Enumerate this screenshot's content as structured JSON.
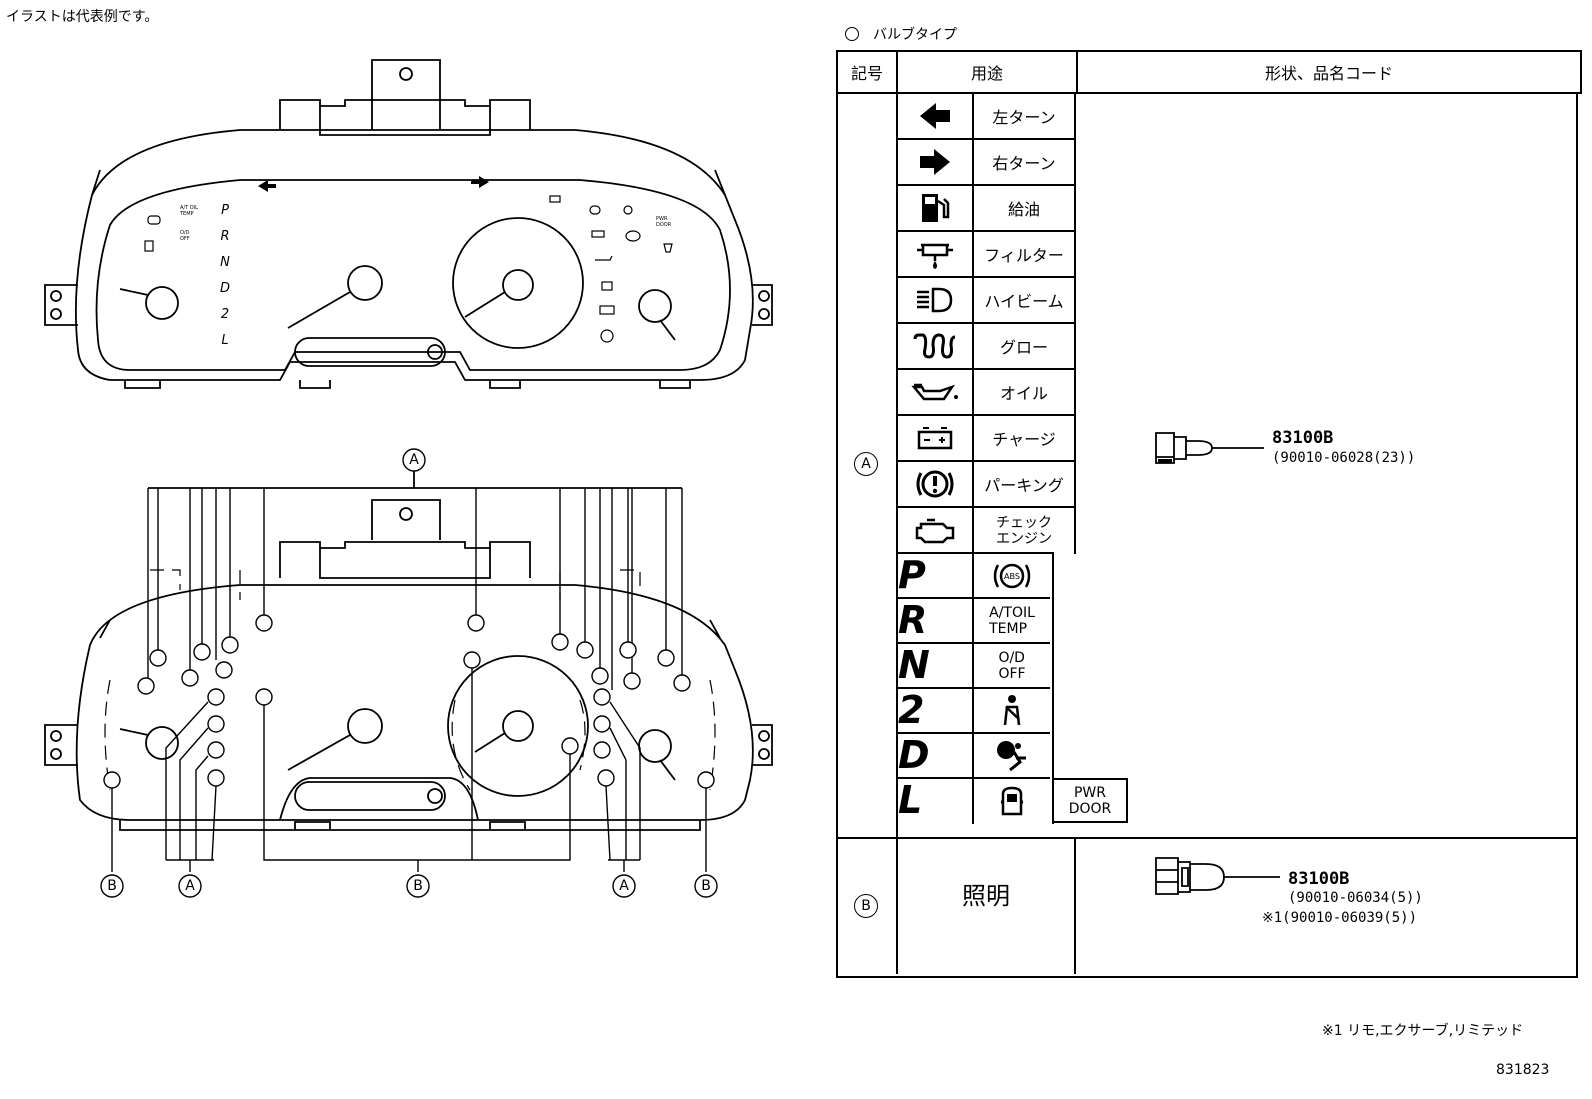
{
  "caption": "イラストは代表例です。",
  "bulb_type_title": "バルブタイプ",
  "table": {
    "headers": {
      "symbol": "記号",
      "usage": "用途",
      "shape_code": "形状、品名コード"
    },
    "row_a": {
      "symbol": "A",
      "items": [
        {
          "icon": "left-arrow-icon",
          "label": "左ターン"
        },
        {
          "icon": "right-arrow-icon",
          "label": "右ターン"
        },
        {
          "icon": "fuel-pump-icon",
          "label": "給油"
        },
        {
          "icon": "filter-icon",
          "label": "フィルター"
        },
        {
          "icon": "high-beam-icon",
          "label": "ハイビーム"
        },
        {
          "icon": "glow-plug-icon",
          "label": "グロー"
        },
        {
          "icon": "oil-can-icon",
          "label": "オイル"
        },
        {
          "icon": "battery-icon",
          "label": "チャージ"
        },
        {
          "icon": "parking-brake-icon",
          "label": "パーキング"
        },
        {
          "icon": "check-engine-icon",
          "label": "チェック\nエンジン"
        }
      ],
      "gear_items": [
        {
          "gear": "P",
          "icon": "abs-icon",
          "label": ""
        },
        {
          "gear": "R",
          "icon": "",
          "label": "A/TOIL\nTEMP"
        },
        {
          "gear": "N",
          "icon": "",
          "label": "O/D\nOFF"
        },
        {
          "gear": "2",
          "icon": "seatbelt-icon",
          "label": ""
        },
        {
          "gear": "D",
          "icon": "airbag-icon",
          "label": ""
        },
        {
          "gear": "L",
          "icon": "door-icon",
          "label": "",
          "extra": "PWR\nDOOR"
        }
      ],
      "part_number": "83100B",
      "part_code": "(90010-06028(23))"
    },
    "row_b": {
      "symbol": "B",
      "usage": "照明",
      "part_number": "83100B",
      "part_code": "(90010-06034(5))",
      "part_code_alt": "※1(90010-06039(5))"
    }
  },
  "diagram_labels": {
    "top": "A",
    "bottom": [
      "B",
      "A",
      "B",
      "A",
      "B"
    ]
  },
  "cluster_text": {
    "gears": [
      "P",
      "R",
      "N",
      "D",
      "2",
      "L"
    ],
    "at_temp": "A/T OIL\nTEMP",
    "od_off": "O/D\nOFF",
    "abs": "ABS",
    "pwr_door": "PWR\nDOOR"
  },
  "footnote": "※1 リモ,エクサーブ,リミテッド",
  "figure_id": "831823"
}
